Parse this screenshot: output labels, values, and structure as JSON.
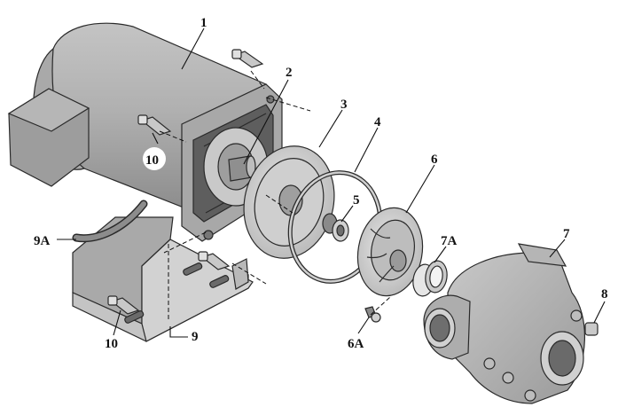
{
  "callouts": {
    "c1": "1",
    "c2": "2",
    "c3": "3",
    "c4": "4",
    "c5": "5",
    "c6": "6",
    "c6a": "6A",
    "c7": "7",
    "c7a": "7A",
    "c8": "8",
    "c9": "9",
    "c9a": "9A",
    "c10_top": "10",
    "c10_bottom": "10"
  },
  "colors": {
    "metal_light": "#d9d9d9",
    "metal_mid": "#b3b3b3",
    "metal_dark": "#8c8c8c",
    "outline": "#2a2a2a"
  }
}
